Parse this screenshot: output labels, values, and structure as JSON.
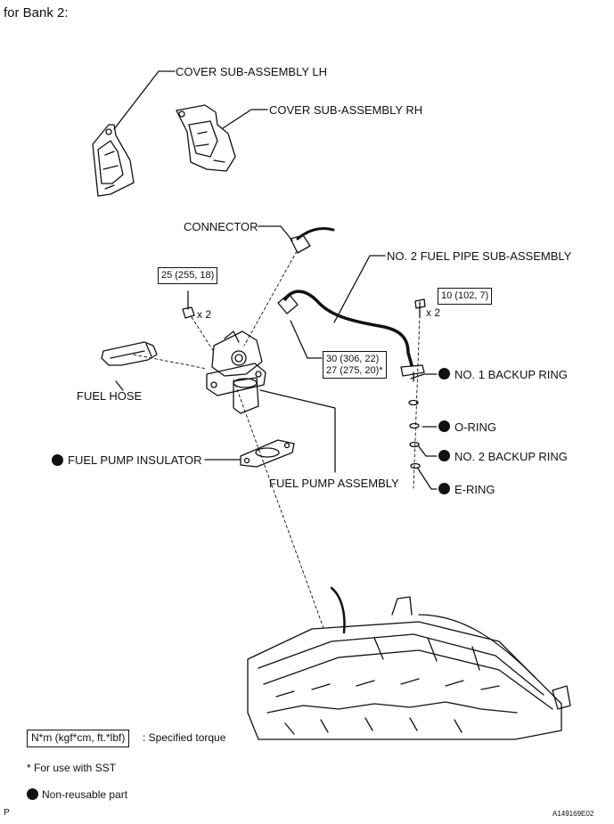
{
  "header": {
    "title": "for Bank 2:"
  },
  "labels": {
    "cover_lh": "COVER SUB-ASSEMBLY  LH",
    "cover_rh": "COVER SUB-ASSEMBLY  RH",
    "connector": "CONNECTOR",
    "fuel_pipe": "NO. 2 FUEL PIPE SUB-ASSEMBLY",
    "fuel_hose": "FUEL HOSE",
    "fuel_pump_insulator": "FUEL PUMP INSULATOR",
    "fuel_pump_assembly": "FUEL PUMP ASSEMBLY",
    "backup_ring_1": "NO. 1 BACKUP RING",
    "o_ring": "O-RING",
    "backup_ring_2": "NO. 2 BACKUP RING",
    "e_ring": "E-RING"
  },
  "torques": {
    "nut": "25 (255, 18)",
    "nut_qty": "x 2",
    "bolt": "10 (102, 7)",
    "bolt_qty": "x 2",
    "pipe_line1": "30 (306, 22)",
    "pipe_line2": "27 (275, 20)*"
  },
  "legend": {
    "torque_units": "N*m (kgf*cm, ft.*lbf)",
    "torque_desc": ": Specified torque",
    "sst_note": "* For use with SST",
    "nonreusable": "Non-reusable part"
  },
  "footer": {
    "left": "P",
    "right": "A149169E02"
  }
}
